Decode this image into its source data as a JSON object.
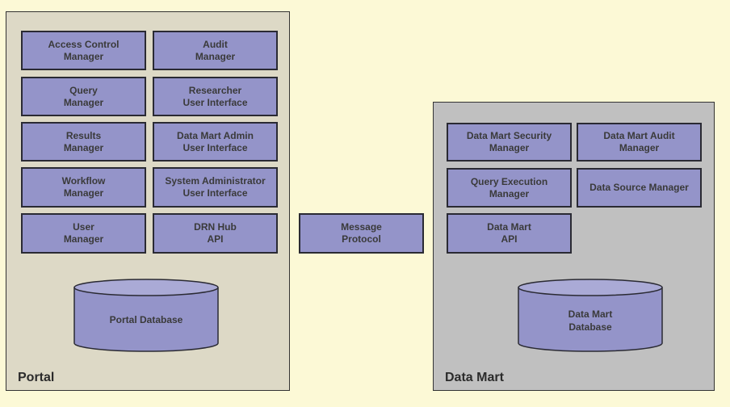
{
  "colors": {
    "background": "#fcf9d6",
    "portal_fill": "#ddd9c6",
    "datamart_fill": "#c0c0c0",
    "component_fill": "#9494c9",
    "cylinder_top": "#aaaad6",
    "border": "#2a2a33"
  },
  "portal": {
    "label": "Portal",
    "components": [
      {
        "label": "Access Control\nManager"
      },
      {
        "label": "Audit\nManager"
      },
      {
        "label": "Query\nManager"
      },
      {
        "label": "Researcher\nUser Interface"
      },
      {
        "label": "Results\nManager"
      },
      {
        "label": "Data Mart Admin\nUser Interface"
      },
      {
        "label": "Workflow\nManager"
      },
      {
        "label": "System Administrator\nUser Interface"
      },
      {
        "label": "User\nManager"
      },
      {
        "label": "DRN Hub\nAPI"
      }
    ],
    "database": {
      "label": "Portal Database"
    }
  },
  "message_protocol": {
    "label": "Message\nProtocol"
  },
  "datamart": {
    "label": "Data Mart",
    "components": [
      {
        "label": "Data Mart Security\nManager"
      },
      {
        "label": "Data Mart Audit\nManager"
      },
      {
        "label": "Query Execution\nManager"
      },
      {
        "label": "Data Source Manager"
      },
      {
        "label": "Data Mart\nAPI"
      }
    ],
    "database": {
      "label": "Data Mart\nDatabase"
    }
  }
}
